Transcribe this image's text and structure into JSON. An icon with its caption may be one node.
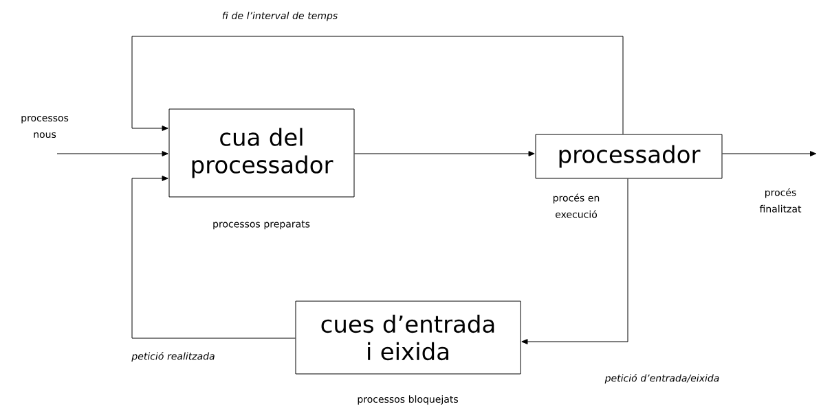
{
  "diagram": {
    "nodes": [
      {
        "text": [
          "cua del processador"
        ],
        "beside": [
          "processos preparats"
        ]
      },
      {
        "text": [
          "processador"
        ],
        "beside": [
          "procés en execució"
        ]
      },
      {
        "text": [
          "cues d’entrada i eixida"
        ],
        "beside": [
          "processos bloquejats"
        ]
      }
    ],
    "edges": [
      {
        "from": null,
        "to": 0,
        "arrow": "to",
        "label": "processos nous"
      },
      {
        "from": 0,
        "to": 1,
        "arrow": "to"
      },
      {
        "from": 1,
        "to": null,
        "arrow": "to",
        "label": "procés finalitzat"
      },
      {
        "from": 1,
        "to": 0,
        "arrow": "to",
        "label": "fi de l’interval de temps"
      },
      {
        "from": 1,
        "to": 2,
        "arrow": "to",
        "label": "petició d’entrada/eixida"
      },
      {
        "from": 2,
        "to": 0,
        "arrow": "to",
        "label": "petició realitzada"
      }
    ]
  }
}
